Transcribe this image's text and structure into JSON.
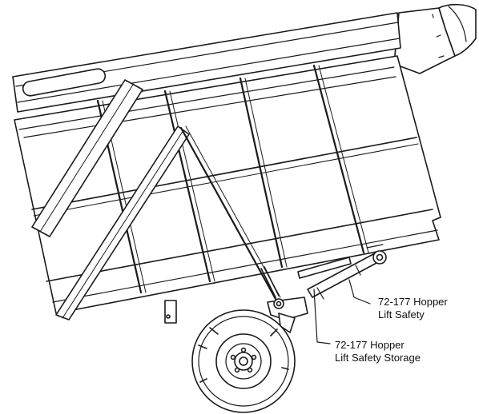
{
  "callouts": [
    {
      "id": "lift-safety",
      "line1": "72-177 Hopper",
      "line2": "Lift Safety"
    },
    {
      "id": "lift-safety-storage",
      "line1": "72-177 Hopper",
      "line2": "Lift Safety Storage"
    }
  ],
  "colors": {
    "line": "#1a1a1a",
    "background": "#ffffff"
  }
}
